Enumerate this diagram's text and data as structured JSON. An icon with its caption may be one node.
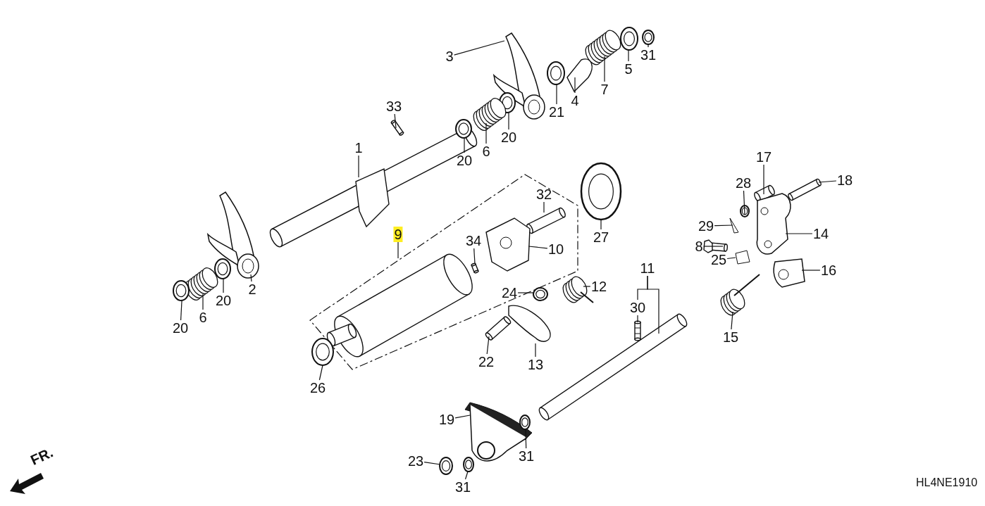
{
  "diagram": {
    "nodes": [
      {
        "text": [
          "31"
        ]
      },
      {
        "text": [
          "3"
        ]
      },
      {
        "text": [
          "5"
        ]
      },
      {
        "text": [
          "7"
        ]
      },
      {
        "text": [
          "4"
        ]
      },
      {
        "text": [
          "33"
        ]
      },
      {
        "text": [
          "21"
        ]
      },
      {
        "text": [
          "20"
        ]
      },
      {
        "text": [
          "1"
        ]
      },
      {
        "text": [
          "6"
        ]
      },
      {
        "text": [
          "17"
        ]
      },
      {
        "text": [
          "20"
        ]
      },
      {
        "text": [
          "18"
        ]
      },
      {
        "text": [
          "28"
        ]
      },
      {
        "text": [
          "32"
        ]
      },
      {
        "text": [
          "29"
        ]
      },
      {
        "text": [
          "14"
        ]
      },
      {
        "text": [
          "9"
        ]
      },
      {
        "text": [
          "27"
        ]
      },
      {
        "text": [
          "34"
        ]
      },
      {
        "text": [
          "8"
        ]
      },
      {
        "text": [
          "10"
        ]
      },
      {
        "text": [
          "25"
        ]
      },
      {
        "text": [
          "11"
        ]
      },
      {
        "text": [
          "16"
        ]
      },
      {
        "text": [
          "12"
        ]
      },
      {
        "text": [
          "2"
        ]
      },
      {
        "text": [
          "24"
        ]
      },
      {
        "text": [
          "20"
        ]
      },
      {
        "text": [
          "30"
        ]
      },
      {
        "text": [
          "6"
        ]
      },
      {
        "text": [
          "20"
        ]
      },
      {
        "text": [
          "15"
        ]
      },
      {
        "text": [
          "22"
        ]
      },
      {
        "text": [
          "13"
        ]
      },
      {
        "text": [
          "26"
        ]
      },
      {
        "text": [
          "19"
        ]
      },
      {
        "text": [
          "31"
        ]
      },
      {
        "text": [
          "23"
        ]
      },
      {
        "text": [
          "31"
        ]
      },
      {
        "text": [],
        "shape": "picture"
      },
      {
        "text": [],
        "shape": "picture"
      },
      {
        "text": [],
        "shape": "picture"
      },
      {
        "text": [],
        "shape": "picture"
      },
      {
        "text": [],
        "shape": "picture"
      },
      {
        "text": [],
        "shape": "picture"
      },
      {
        "text": [],
        "shape": "picture"
      },
      {
        "text": [],
        "shape": "picture"
      },
      {
        "text": [],
        "shape": "picture"
      },
      {
        "text": [],
        "shape": "picture"
      },
      {
        "text": [],
        "shape": "picture"
      },
      {
        "text": [],
        "shape": "picture"
      },
      {
        "text": [],
        "shape": "picture"
      },
      {
        "text": [],
        "shape": "picture"
      },
      {
        "text": [],
        "shape": "picture"
      },
      {
        "text": [],
        "shape": "picture"
      },
      {
        "text": [],
        "shape": "picture"
      },
      {
        "text": [],
        "shape": "picture"
      },
      {
        "text": [],
        "shape": "picture"
      },
      {
        "text": [],
        "shape": "picture"
      },
      {
        "text": [],
        "shape": "picture"
      },
      {
        "text": [],
        "shape": "picture"
      },
      {
        "text": [],
        "shape": "picture"
      },
      {
        "text": [],
        "shape": "picture"
      },
      {
        "text": [],
        "shape": "picture"
      },
      {
        "text": [],
        "shape": "picture"
      },
      {
        "text": [],
        "shape": "picture"
      },
      {
        "text": [],
        "shape": "picture"
      },
      {
        "text": [],
        "shape": "picture"
      },
      {
        "text": [],
        "shape": "picture"
      },
      {
        "text": [],
        "shape": "picture"
      },
      {
        "text": [],
        "shape": "picture"
      },
      {
        "text": [],
        "shape": "picture"
      },
      {
        "text": [],
        "shape": "picture"
      },
      {
        "text": [],
        "shape": "picture"
      },
      {
        "text": [],
        "shape": "picture"
      },
      {
        "text": [],
        "shape": "picture"
      },
      {
        "text": [],
        "shape": "picture"
      },
      {
        "text": [],
        "shape": "picture"
      },
      {
        "text": [],
        "shape": "picture"
      }
    ],
    "edges": [
      {
        "from": 0,
        "to": 40,
        "arrow": "none"
      },
      {
        "from": 1,
        "to": 41,
        "arrow": "none"
      },
      {
        "from": 2,
        "to": 42,
        "arrow": "none"
      },
      {
        "from": 3,
        "to": 43,
        "arrow": "none"
      },
      {
        "from": 4,
        "to": 44,
        "arrow": "none"
      },
      {
        "from": 5,
        "to": 45,
        "arrow": "none"
      },
      {
        "from": 6,
        "to": 46,
        "arrow": "none"
      },
      {
        "from": 7,
        "to": 47,
        "arrow": "none"
      },
      {
        "from": 8,
        "to": 48,
        "arrow": "none"
      },
      {
        "from": 9,
        "to": 49,
        "arrow": "none"
      },
      {
        "from": 10,
        "to": 50,
        "arrow": "none"
      },
      {
        "from": 11,
        "to": 51,
        "arrow": "none"
      },
      {
        "from": 12,
        "to": 52,
        "arrow": "none"
      },
      {
        "from": 13,
        "to": 53,
        "arrow": "none"
      },
      {
        "from": 14,
        "to": 54,
        "arrow": "none"
      },
      {
        "from": 15,
        "to": 55,
        "arrow": "none"
      },
      {
        "from": 16,
        "to": 56,
        "arrow": "none"
      },
      {
        "from": 17,
        "to": 57,
        "arrow": "none"
      },
      {
        "from": 18,
        "to": 58,
        "arrow": "none"
      },
      {
        "from": 19,
        "to": 59,
        "arrow": "none"
      },
      {
        "from": 20,
        "to": 60,
        "arrow": "none"
      },
      {
        "from": 21,
        "to": 61,
        "arrow": "none"
      },
      {
        "from": 22,
        "to": 62,
        "arrow": "none"
      },
      {
        "from": 23,
        "to": 29,
        "arrow": "none"
      },
      {
        "from": 23,
        "to": 63,
        "arrow": "none"
      },
      {
        "from": 24,
        "to": 64,
        "arrow": "none"
      },
      {
        "from": 25,
        "to": 65,
        "arrow": "none"
      },
      {
        "from": 26,
        "to": 66,
        "arrow": "none"
      },
      {
        "from": 27,
        "to": 67,
        "arrow": "none"
      },
      {
        "from": 28,
        "to": 68,
        "arrow": "none"
      },
      {
        "from": 29,
        "to": 69,
        "arrow": "none"
      },
      {
        "from": 30,
        "to": 70,
        "arrow": "none"
      },
      {
        "from": 31,
        "to": 71,
        "arrow": "none"
      },
      {
        "from": 32,
        "to": 72,
        "arrow": "none"
      },
      {
        "from": 33,
        "to": 73,
        "arrow": "none"
      },
      {
        "from": 34,
        "to": 74,
        "arrow": "none"
      },
      {
        "from": 35,
        "to": 75,
        "arrow": "none"
      },
      {
        "from": 36,
        "to": 76,
        "arrow": "none"
      },
      {
        "from": 37,
        "to": 77,
        "arrow": "none"
      },
      {
        "from": 38,
        "to": 78,
        "arrow": "none"
      },
      {
        "from": 39,
        "to": 79,
        "arrow": "none"
      }
    ],
    "labels": [
      "FR.",
      "HL4NE1910"
    ]
  }
}
